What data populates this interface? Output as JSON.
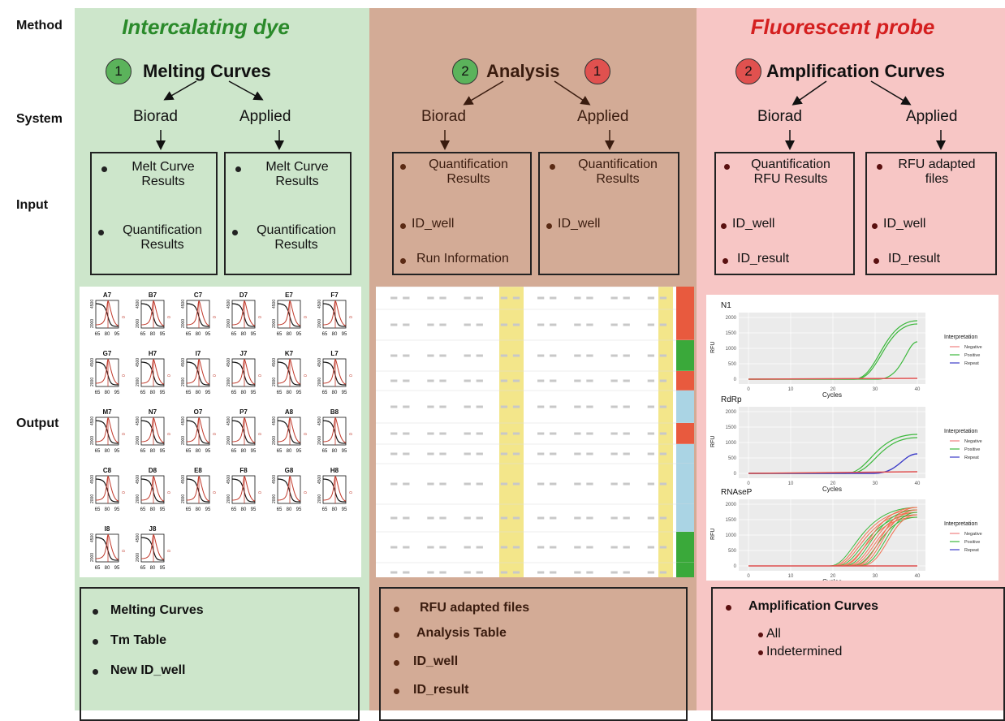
{
  "row_labels": {
    "method": "Method",
    "system": "System",
    "input": "Input",
    "output": "Output"
  },
  "panels": {
    "dye": {
      "title": "Intercalating dye",
      "step": {
        "badge": "1",
        "label": "Melting Curves"
      },
      "systems": [
        "Biorad",
        "Applied"
      ],
      "inputs": [
        {
          "items": [
            "Melt Curve\nResults",
            "Quantification\nResults"
          ]
        },
        {
          "items": [
            "Melt Curve\nResults",
            "Quantification\nResults"
          ]
        }
      ],
      "outputs": [
        "Melting Curves",
        "Tm Table",
        "New ID_well"
      ]
    },
    "analysis": {
      "step": {
        "badge": "2",
        "label": "Analysis",
        "badge2": "1"
      },
      "systems": [
        "Biorad",
        "Applied"
      ],
      "inputs": [
        {
          "items": [
            "Quantification\nResults",
            "ID_well",
            "Run Information"
          ]
        },
        {
          "items": [
            "Quantification\nResults",
            "ID_well"
          ]
        }
      ],
      "outputs": [
        "RFU adapted files",
        "Analysis Table",
        "ID_well",
        "ID_result"
      ]
    },
    "probe": {
      "title": "Fluorescent probe",
      "step": {
        "badge": "2",
        "label": "Amplification Curves"
      },
      "systems": [
        "Biorad",
        "Applied"
      ],
      "inputs": [
        {
          "items": [
            "Quantification\nRFU Results",
            "ID_well",
            "ID_result"
          ]
        },
        {
          "items": [
            "RFU adapted\nfiles",
            "ID_well",
            "ID_result"
          ]
        }
      ],
      "outputs": [
        "Amplification Curves"
      ],
      "output_subitems": [
        "All",
        "Indetermined"
      ]
    }
  },
  "melt_wells": [
    "A7",
    "B7",
    "C7",
    "D7",
    "E7",
    "F7",
    "G7",
    "H7",
    "I7",
    "J7",
    "K7",
    "L7",
    "M7",
    "N7",
    "O7",
    "P7",
    "A8",
    "B8",
    "C8",
    "D8",
    "E8",
    "F8",
    "G8",
    "H8",
    "I8",
    "J8"
  ],
  "melt_axis": {
    "x_ticks": [
      "65",
      "80",
      "95"
    ],
    "y_left": [
      "2000",
      "4500"
    ],
    "y_right_colors": {
      "left": "#111111",
      "right": "#c0392b"
    }
  },
  "amplification": {
    "legend_title": "Interpretation",
    "legend": [
      {
        "name": "Negative",
        "color": "#f08080"
      },
      {
        "name": "Positive",
        "color": "#3cb83c"
      },
      {
        "name": "Repeat",
        "color": "#3b3bc8"
      }
    ],
    "xlabel": "Cycles",
    "ylabel": "RFU",
    "x_ticks": [
      "0",
      "10",
      "20",
      "30",
      "40"
    ],
    "plots": [
      {
        "name": "N1",
        "y_ticks": [
          "2000",
          "1500",
          "1000",
          "500",
          "0"
        ]
      },
      {
        "name": "RdRp",
        "y_ticks": [
          "2000",
          "1500",
          "1000",
          "500",
          "0"
        ]
      },
      {
        "name": "RNAseP",
        "y_ticks": [
          "2000",
          "1500",
          "1000",
          "500",
          "0"
        ]
      }
    ]
  },
  "colors": {
    "dye_bg": "#cde6cb",
    "analysis_bg": "#d3ab96",
    "probe_bg": "#f7c6c5",
    "dye_title": "#2a8a2a",
    "probe_title": "#d41f1f"
  }
}
